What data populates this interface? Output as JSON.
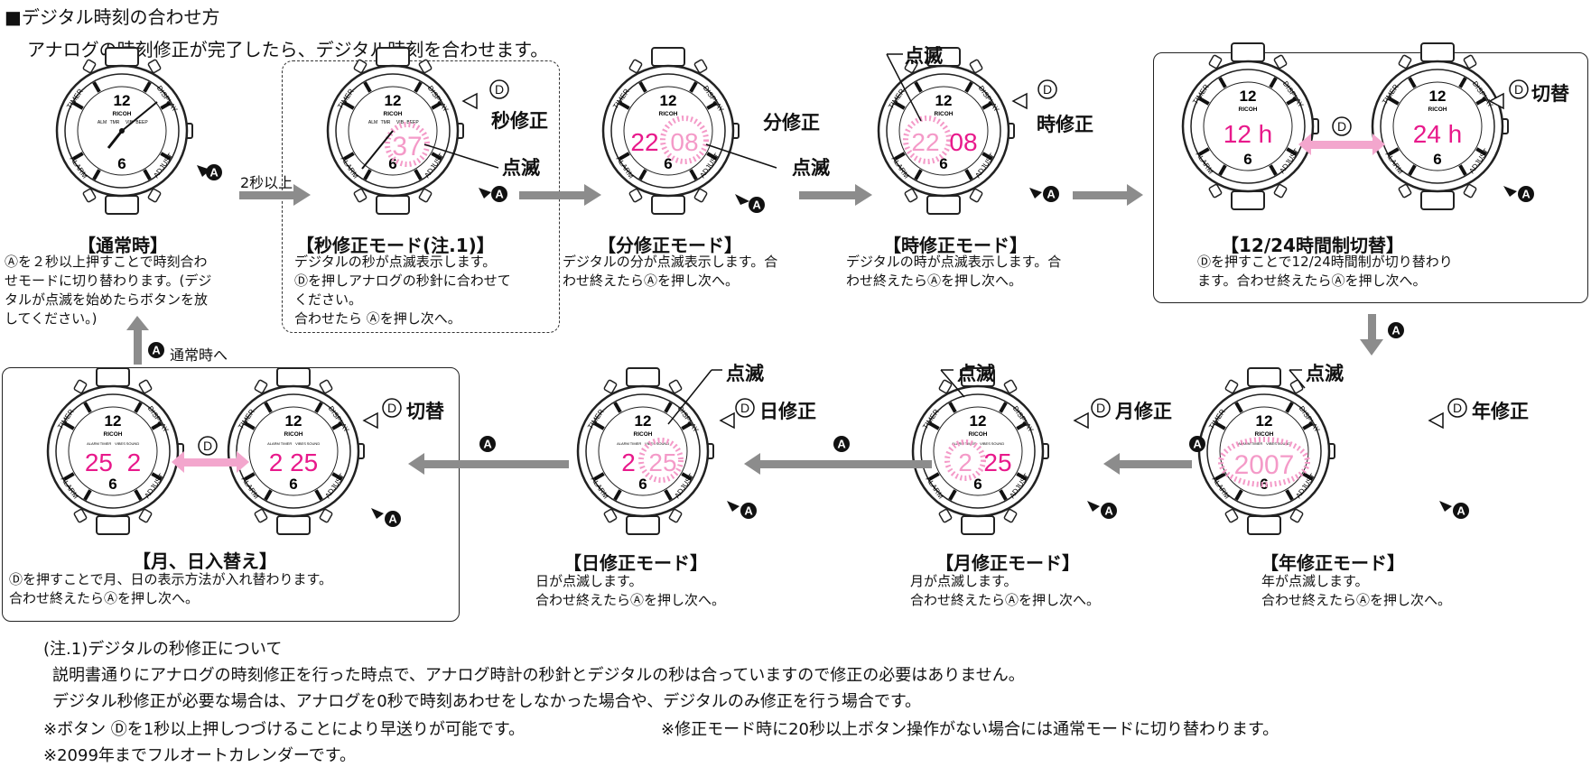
{
  "header": {
    "title": "■デジタル時刻の合わせ方",
    "intro": "アナログの時刻修正が完了したら、デジタル時刻を合わせます。"
  },
  "colors": {
    "lcd": "#e8198b",
    "blink": "#f49ac8",
    "arrow": "#8c8c8c",
    "arrow_pink": "#f3a6cd",
    "ink": "#111111"
  },
  "watch": {
    "brand": "RICOH",
    "twelve": "12",
    "six": "6",
    "left_top": "TIMER",
    "left_bottom": "ALARM",
    "right_top": "DISPLAY",
    "right_bottom": "ADJUST",
    "modes": [
      "ALM",
      "TMR",
      "VIB",
      "BEEP"
    ],
    "modes_small": [
      "ALARM",
      "TIMER",
      "VIBES",
      "SOUND"
    ]
  },
  "buttons": {
    "a": "A",
    "d": "D"
  },
  "steps": [
    {
      "caption": "【通常時】",
      "desc": [
        "Ⓐを２秒以上押すことで時刻合わ",
        "せモードに切り替わります。(デジ",
        "タルが点滅を始めたらボタンを放",
        "してください。)"
      ]
    },
    {
      "caption": "【秒修正モード(注.1)】",
      "desc": [
        "デジタルの秒が点滅表示します。",
        "Ⓓを押しアナログの秒針に合わせて",
        "ください。",
        "合わせたら Ⓐを押し次へ。"
      ],
      "callout": "秒修正",
      "lcd": "37"
    },
    {
      "caption": "【分修正モード】",
      "desc": [
        "デジタルの分が点滅表示します。合",
        "わせ終えたらⒶを押し次へ。"
      ],
      "callout": "分修正",
      "lcd_a": "22",
      "lcd_b": "08"
    },
    {
      "caption": "【時修正モード】",
      "desc": [
        "デジタルの時が点滅表示します。合",
        "わせ終えたらⒶを押し次へ。"
      ],
      "callout": "時修正",
      "lcd_a": "22",
      "lcd_b": "08"
    },
    {
      "caption": "【12/24時間制切替】",
      "desc": [
        "Ⓓを押すことで12/24時間制が切り替わり",
        "ます。合わせ終えたらⒶを押し次へ。"
      ],
      "callout": "切替",
      "lcd_a": "12 h",
      "lcd_b": "24 h"
    },
    {
      "caption": "【年修正モード】",
      "desc": [
        "年が点滅します。",
        "合わせ終えたらⒶを押し次へ。"
      ],
      "callout": "年修正",
      "lcd": "2007"
    },
    {
      "caption": "【月修正モード】",
      "desc": [
        "月が点滅します。",
        "合わせ終えたらⒶを押し次へ。"
      ],
      "callout": "月修正",
      "lcd_a": "2",
      "lcd_b": "25"
    },
    {
      "caption": "【日修正モード】",
      "desc": [
        "日が点滅します。",
        "合わせ終えたらⒶを押し次へ。"
      ],
      "callout": "日修正",
      "lcd_a": "2",
      "lcd_b": "25"
    },
    {
      "caption": "【月、日入替え】",
      "desc": [
        "Ⓓを押すことで月、日の表示方法が入れ替わります。",
        "合わせ終えたらⒶを押し次へ。"
      ],
      "callout": "切替",
      "lcd_a": "25  2",
      "lcd_b": "2 25"
    }
  ],
  "labels": {
    "blink": "点滅",
    "two_sec": "2秒以上",
    "to_normal": "通常時へ"
  },
  "notes": {
    "n1_title": "(注.1)デジタルの秒修正について",
    "n1_line1": "説明書通りにアナログの時刻修正を行った時点で、アナログ時計の秒針とデジタルの秒は合っていますので修正の必要はありません。",
    "n1_line2": "デジタル秒修正が必要な場合は、アナログを0秒で時刻あわせをしなかった場合や、デジタルのみ修正を行う場合です。",
    "n2": "※ボタン Ⓓを1秒以上押しつづけることにより早送りが可能です。",
    "n3": "※修正モード時に20秒以上ボタン操作がない場合には通常モードに切り替わります。",
    "n4": "※2099年までフルオートカレンダーです。"
  }
}
